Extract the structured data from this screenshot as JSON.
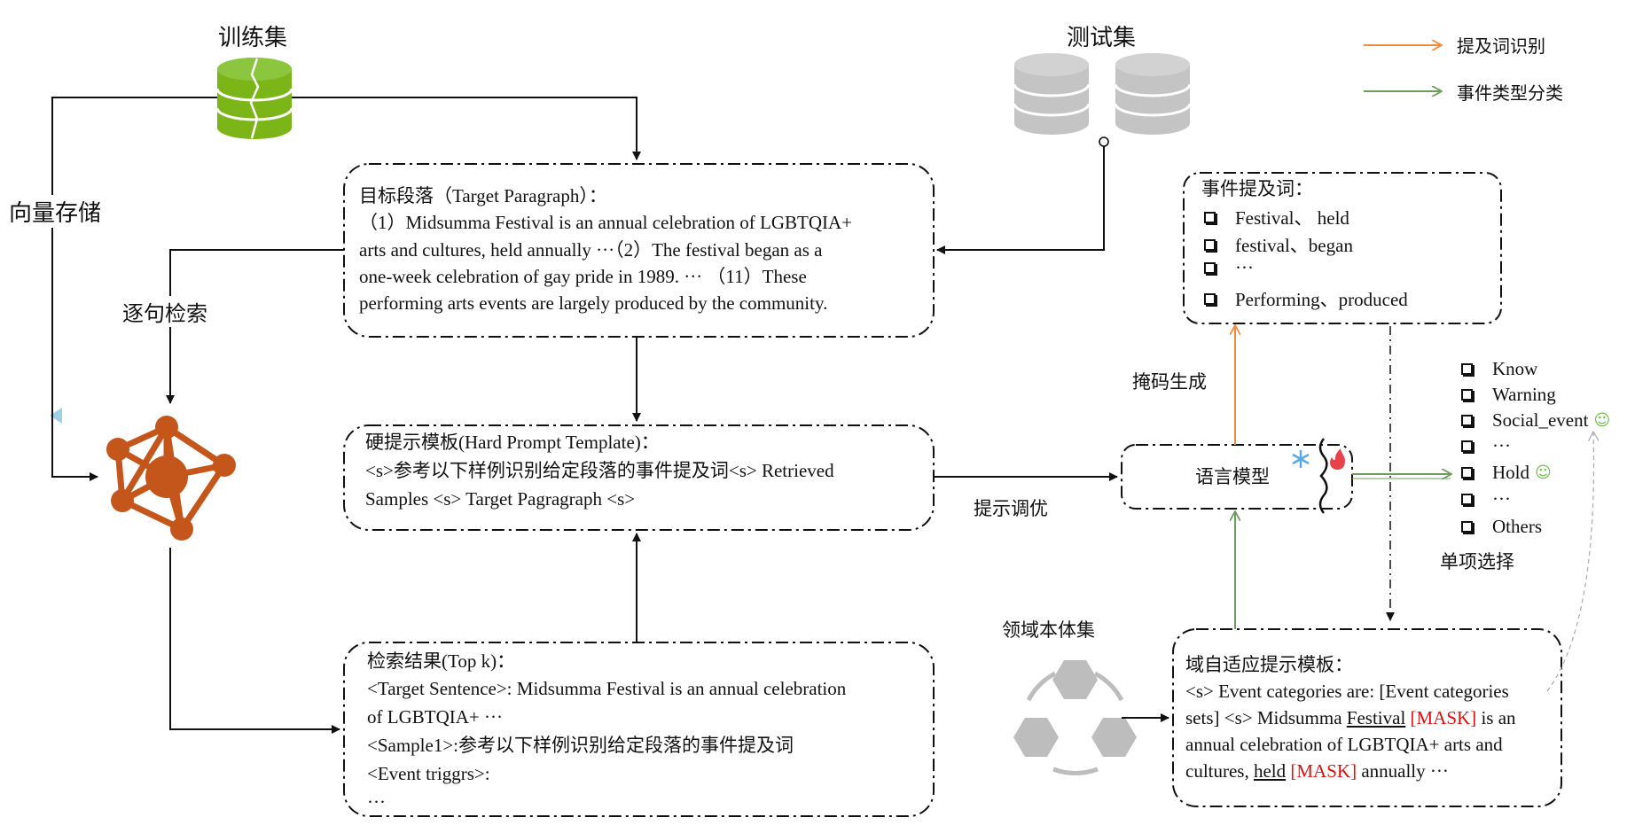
{
  "labels": {
    "train_set": "训练集",
    "test_set": "测试集",
    "vector_store": "向量存储",
    "sentence_retrieval": "逐句检索",
    "prompt_tuning": "提示调优",
    "mask_generation": "掩码生成",
    "single_choice": "单项选择",
    "domain_ontology": "领域本体集"
  },
  "legend": {
    "mention_recognition": "提及词识别",
    "event_classification": "事件类型分类",
    "colors": {
      "orange": "#f08a3c",
      "green": "#6e9d5b"
    }
  },
  "target_paragraph": {
    "lines": [
      "目标段落（Target Paragraph）：",
      "（1）Midsumma Festival is an annual celebration of LGBTQIA+",
      "arts and cultures, held annually ···（2）The festival began as a",
      "one-week celebration of gay pride in 1989. ···  （11）These",
      "performing arts events are largely produced by the community."
    ]
  },
  "hard_prompt": {
    "lines": [
      "硬提示模板(Hard Prompt Template)：",
      "<s>参考以下样例识别给定段落的事件提及词<s> Retrieved",
      "Samples <s> Target Pagragraph <s>"
    ]
  },
  "retrieval_results": {
    "lines": [
      "检索结果(Top k)：",
      "<Target Sentence>: Midsumma Festival is an annual celebration",
      "of LGBTQIA+ ···",
      "<Sample1>:参考以下样例识别给定段落的事件提及词",
      "<Event triggrs>:",
      "···"
    ]
  },
  "event_mentions": {
    "title": "事件提及词：",
    "items": [
      "Festival、 held",
      "festival、began",
      "···",
      "Performing、produced"
    ]
  },
  "language_model": {
    "label": "语言模型",
    "frozen_icon": "snowflake-icon",
    "tuned_icon": "fire-icon"
  },
  "event_types": {
    "items": [
      "Know",
      "Warning",
      "Social_event",
      "···",
      "Hold",
      "···",
      "Others"
    ],
    "selected": [
      "Social_event",
      "Hold"
    ]
  },
  "domain_prompt": {
    "title": "域自适应提示模板：",
    "l1": "<s> Event categories are: [Event categories",
    "l2a": "sets] <s> Midsumma ",
    "l2u": "Festival",
    "l2m": " [MASK]",
    "l2b": " is an",
    "l3": "annual celebration of LGBTQIA+ arts and",
    "l4a": "cultures, ",
    "l4u": "held",
    "l4m": " [MASK]",
    "l4b": " annually ···"
  }
}
